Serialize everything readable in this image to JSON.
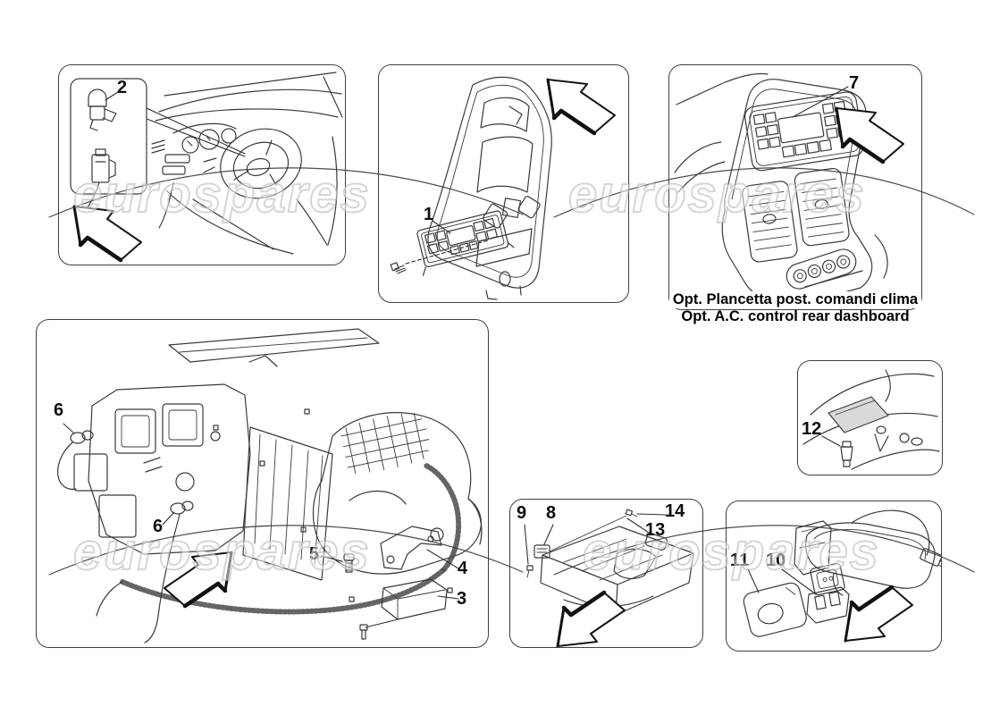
{
  "watermark": {
    "text": "eurospares"
  },
  "colors": {
    "background": "#ffffff",
    "line_art": "#3a3a3a",
    "label": "#0d0d0d",
    "watermark": "#e6e6e6",
    "shaded_patch": "#d9d9d9"
  },
  "rear_console_caption": {
    "line1": "Opt. Plancetta post. comandi clima",
    "line2": "Opt. A.C. control rear dashboard"
  },
  "panels": {
    "dashboard_sensor": {
      "callouts": {
        "c2": "2"
      }
    },
    "front_console": {
      "callouts": {
        "c1": "1"
      }
    },
    "rear_console": {
      "callouts": {
        "c7": "7"
      }
    },
    "hvac": {
      "callouts": {
        "c6a": "6",
        "c6b": "6",
        "c5": "5",
        "c4": "4",
        "c3": "3"
      }
    },
    "exterior_sensor": {
      "callouts": {
        "c12": "12"
      }
    },
    "underdash": {
      "callouts": {
        "c9": "9",
        "c8": "8",
        "c14": "14",
        "c13": "13"
      }
    },
    "mirror": {
      "callouts": {
        "c11": "11",
        "c10": "10"
      }
    }
  }
}
